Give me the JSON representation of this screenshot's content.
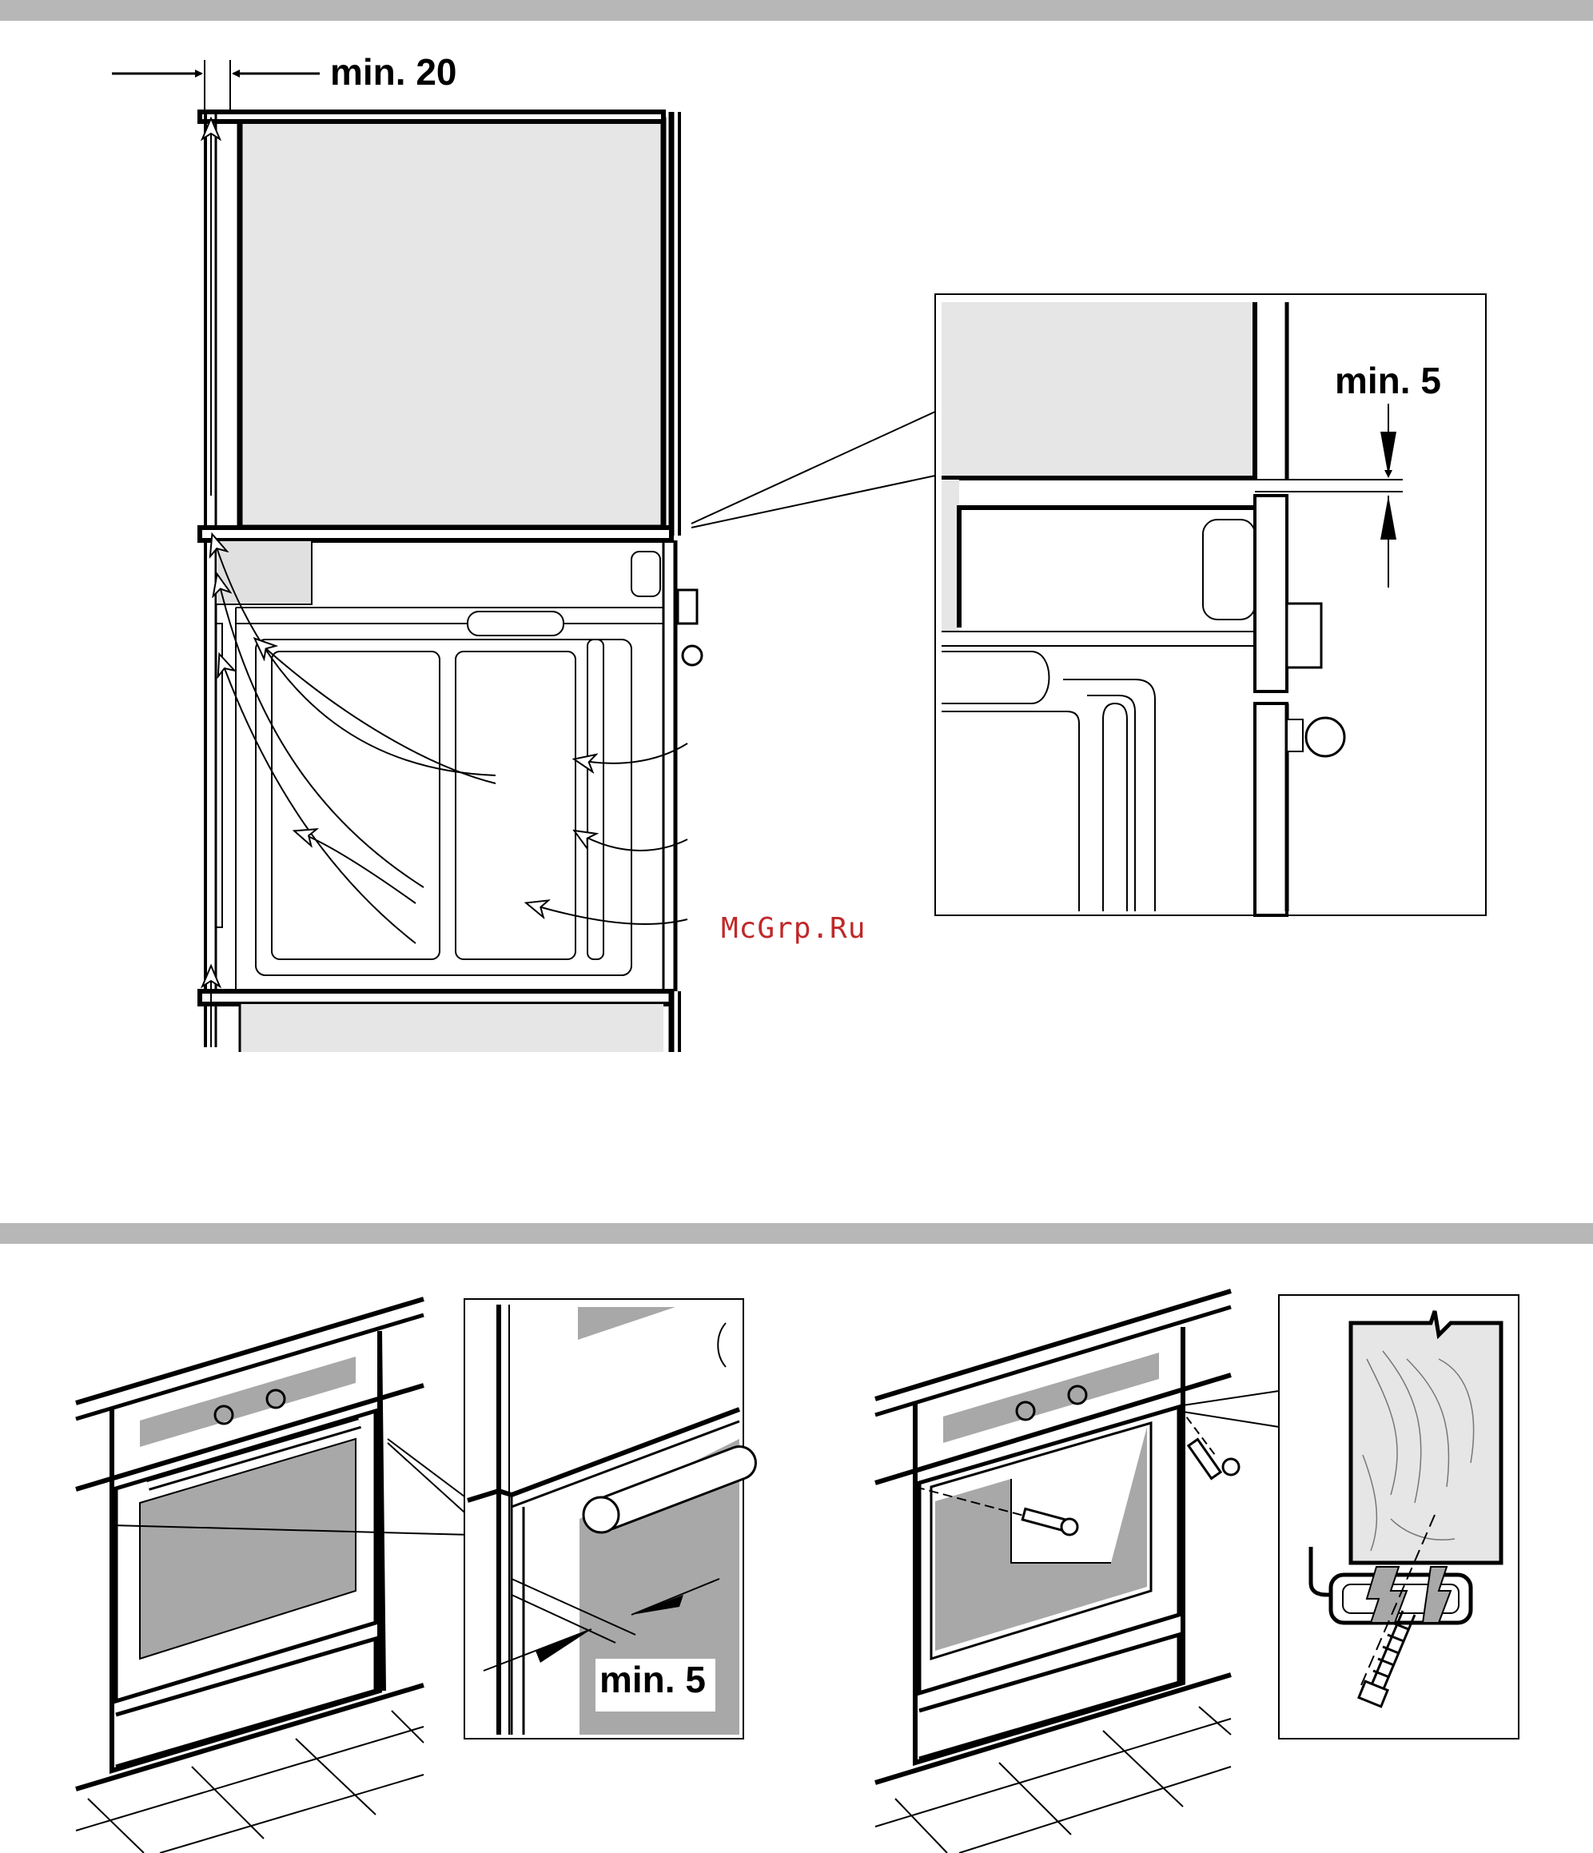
{
  "labels": {
    "top_gap": "min. 20",
    "detail_gap": "min. 5",
    "front_gap": "min. 5",
    "watermark": "McGrp.Ru"
  },
  "colors": {
    "band": "#b7b7b7",
    "panel_grey": "#e6e6e6",
    "oven_grey": "#a8a8a8",
    "watermark": "#c0282a",
    "line": "#000000"
  }
}
